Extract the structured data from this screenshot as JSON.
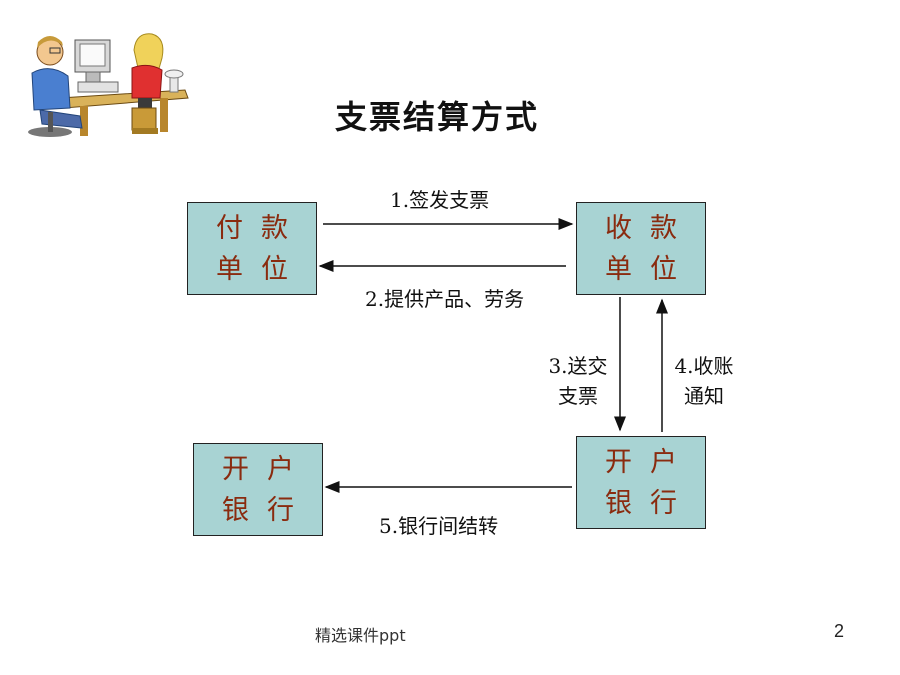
{
  "title": "支票结算方式",
  "clipart_icon": "people-at-computer-icon",
  "nodes": {
    "payer": {
      "line1": "付款",
      "line2": "单位"
    },
    "payee": {
      "line1": "收款",
      "line2": "单位"
    },
    "payer_bank": {
      "line1": "开户",
      "line2": "银行"
    },
    "payee_bank": {
      "line1": "开户",
      "line2": "银行"
    }
  },
  "edges": {
    "e1": "1.签发支票",
    "e2": "2.提供产品、劳务",
    "e3": {
      "line1": "3.送交",
      "line2": "支票"
    },
    "e4": {
      "line1": "4.收账",
      "line2": "通知"
    },
    "e5": "5.银行间结转"
  },
  "footer": {
    "text": "精选课件ppt",
    "page": "2"
  },
  "colors": {
    "box_fill": "#a8d3d3",
    "box_text": "#8a2b0f"
  }
}
